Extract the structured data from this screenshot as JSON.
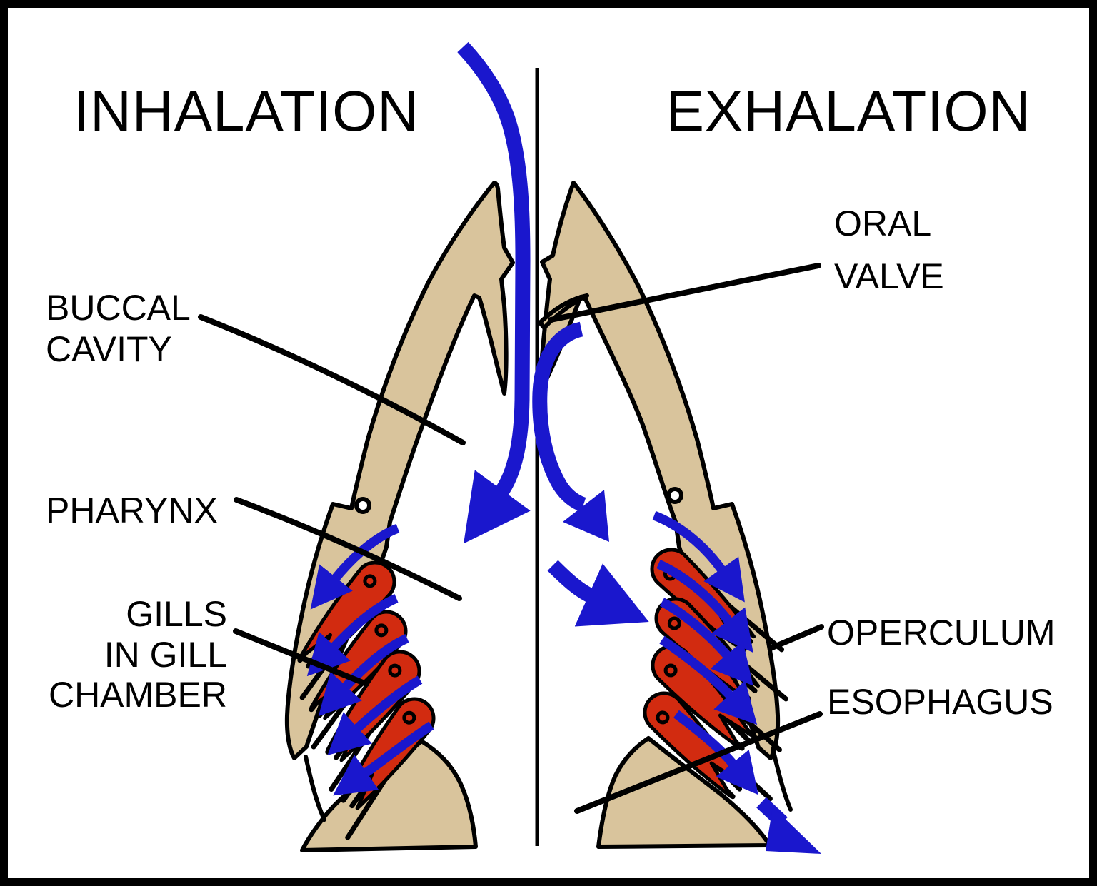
{
  "figure": {
    "title_left": "INHALATION",
    "title_right": "EXHALATION",
    "labels": {
      "buccal_cavity": [
        "BUCCAL",
        "CAVITY"
      ],
      "pharynx": [
        "PHARYNX"
      ],
      "gills_in_gill_chamber": [
        "GILLS",
        "IN GILL",
        "CHAMBER"
      ],
      "oral_valve": [
        "ORAL",
        "VALVE"
      ],
      "operculum": [
        "OPERCULUM"
      ],
      "esophagus": [
        "ESOPHAGUS"
      ]
    },
    "colors": {
      "background": "#ffffff",
      "outline_black": "#000000",
      "bone_tan": "#d9c49c",
      "gill_red": "#d22b10",
      "water_flow_blue": "#1a17cd"
    }
  }
}
